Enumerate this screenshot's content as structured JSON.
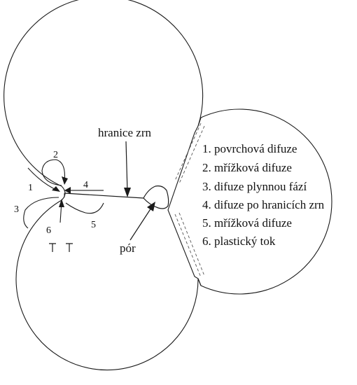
{
  "labels": {
    "grain_boundary": "hranice zrn",
    "pore": "pór"
  },
  "mechanism_numbers": [
    "1",
    "2",
    "3",
    "4",
    "5",
    "6"
  ],
  "legend": [
    "1. povrchová difuze",
    "2. mřížková difuze",
    "3. difuze plynnou fází",
    "4. difuze po hranicích zrn",
    "5. mřížková difuze",
    "6. plastický tok"
  ],
  "colors": {
    "stroke": "#1a1a1a",
    "background": "#ffffff"
  }
}
